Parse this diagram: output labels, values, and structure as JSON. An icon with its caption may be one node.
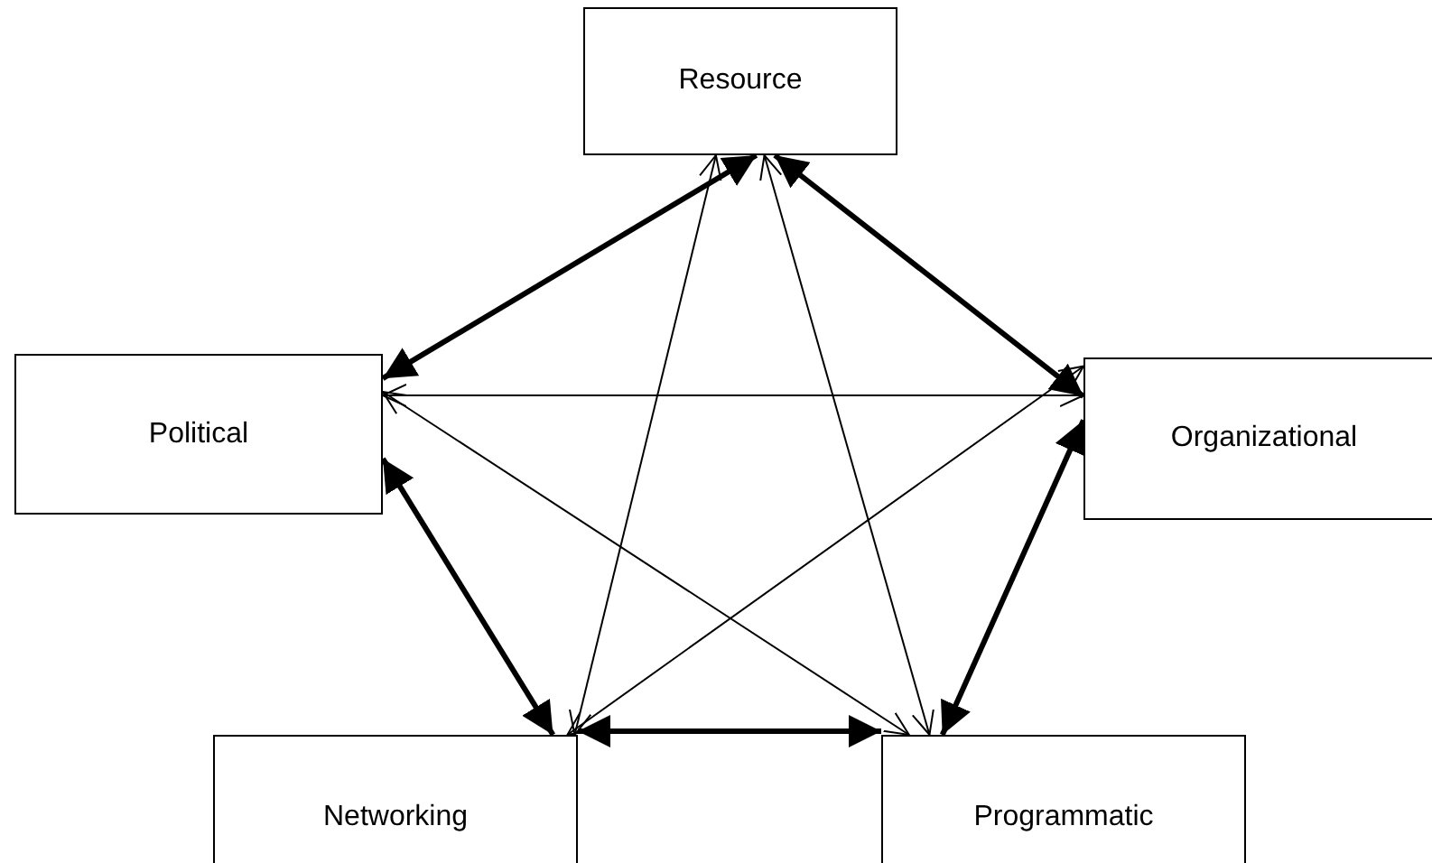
{
  "diagram": {
    "nodes": [
      {
        "text": [
          "Resource"
        ]
      },
      {
        "text": [
          "Political"
        ]
      },
      {
        "text": [
          "Organizational"
        ]
      },
      {
        "text": [
          "Networking"
        ]
      },
      {
        "text": [
          "Programmatic"
        ]
      }
    ],
    "edges": [
      {
        "from": 0,
        "to": 1,
        "arrow": "both",
        "style": "thick"
      },
      {
        "from": 0,
        "to": 2,
        "arrow": "both",
        "style": "thick"
      },
      {
        "from": 1,
        "to": 3,
        "arrow": "both",
        "style": "thick"
      },
      {
        "from": 2,
        "to": 4,
        "arrow": "both",
        "style": "thick"
      },
      {
        "from": 3,
        "to": 4,
        "arrow": "both",
        "style": "thick"
      },
      {
        "from": 1,
        "to": 2,
        "arrow": "both"
      },
      {
        "from": 0,
        "to": 3,
        "arrow": "both"
      },
      {
        "from": 0,
        "to": 4,
        "arrow": "both"
      },
      {
        "from": 1,
        "to": 4,
        "arrow": "both"
      },
      {
        "from": 2,
        "to": 3,
        "arrow": "both"
      }
    ]
  }
}
